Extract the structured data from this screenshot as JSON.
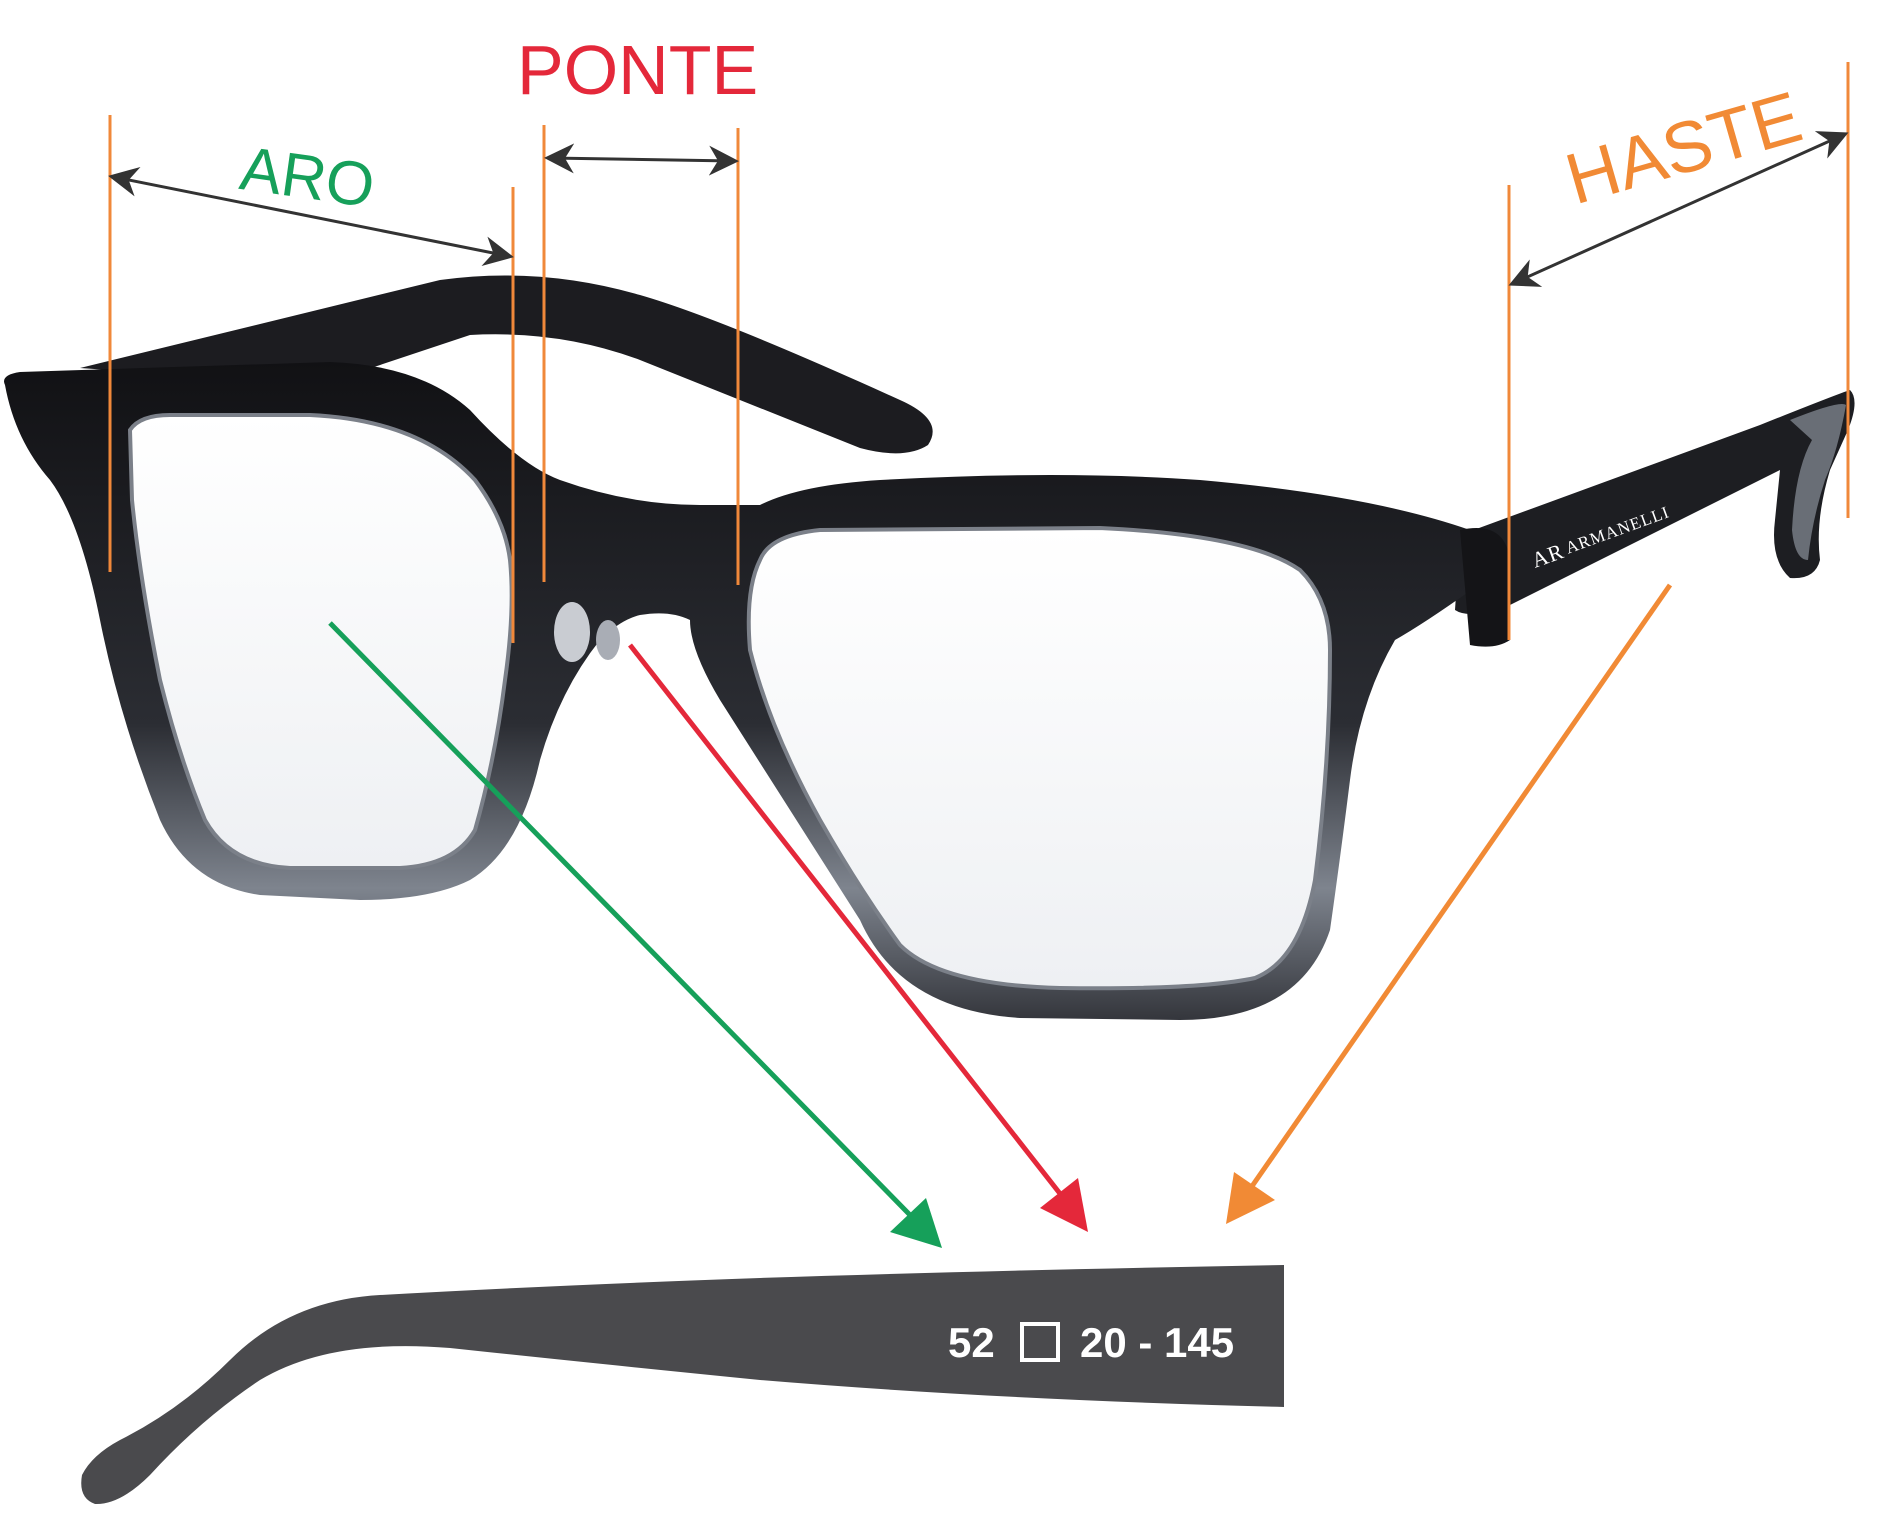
{
  "labels": {
    "aro": "ARO",
    "ponte": "PONTE",
    "haste": "HASTE"
  },
  "brand": {
    "monogram": "AR",
    "name": "ARMANELLI"
  },
  "temple_marking": {
    "aro_size": "52",
    "separator_symbol": "square-icon",
    "bridge_and_temple": "20 - 145"
  },
  "colors": {
    "aro": "#16a05a",
    "ponte": "#e4283a",
    "haste": "#f18a35",
    "guide_line": "#f0883a",
    "frame": "#1a1a1c",
    "temple_piece": "#4a4a4d"
  }
}
